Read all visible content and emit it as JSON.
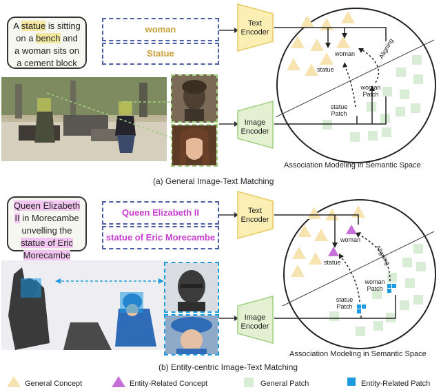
{
  "panel_a": {
    "caption_parts": [
      "A ",
      "statue",
      " is sitting on a ",
      "bench",
      " and a woman sits on a cement block"
    ],
    "entities": [
      "woman",
      "Statue"
    ],
    "text_encoder": "Text Encoder",
    "image_encoder": "Image Encoder",
    "space_labels": {
      "woman": "woman",
      "statue": "statue",
      "woman_patch": "woman Patch",
      "statue_patch": "statue Patch",
      "aligning": "Aligning"
    },
    "space_title": "Association Modeling in Semantic Space",
    "sub_caption": "(a)   General Image-Text Matching"
  },
  "panel_b": {
    "caption_parts": [
      "Queen Elizabeth II",
      " in Morecambe unvelling the ",
      "statue of Eric Morecambe"
    ],
    "entities": [
      "Queen Elizabeth II",
      "statue of Eric Morecambe"
    ],
    "text_encoder": "Text Encoder",
    "image_encoder": "Image Encoder",
    "space_labels": {
      "woman": "woman",
      "statue": "statue",
      "woman_patch": "woman Patch",
      "statue_patch": "statue Patch",
      "aligning": "Aligning"
    },
    "space_title": "Association Modeling in Semantic Space",
    "sub_caption": "(b)   Entity-centric Image-Text Matching"
  },
  "legend": {
    "general_concept": "General Concept",
    "entity_concept": "Entity-Related Concept",
    "general_patch": "General Patch",
    "entity_patch": "Entity-Related Patch"
  },
  "colors": {
    "concept_yellow": "#f7e3b0",
    "entity_purple": "#c76fd8",
    "patch_green": "#d9ecd5",
    "entity_blue": "#1e9be0",
    "text_encoder_fill": "#fcefb4",
    "image_encoder_fill": "#e3f1d2"
  }
}
